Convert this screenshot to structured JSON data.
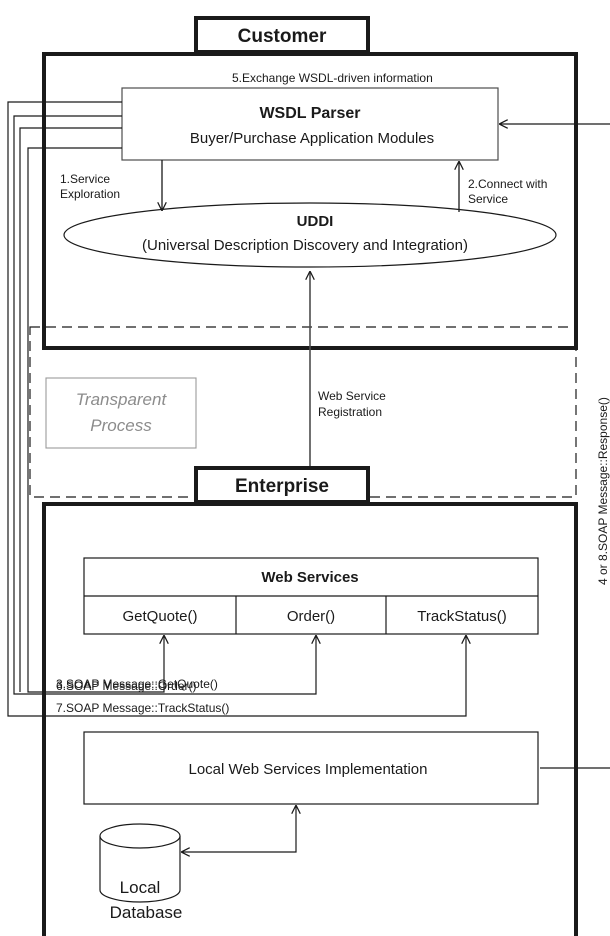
{
  "customer": {
    "title": "Customer",
    "wsdl_parser": {
      "title": "WSDL Parser",
      "subtitle": "Buyer/Purchase Application Modules"
    },
    "uddi": {
      "title": "UDDI",
      "subtitle": "(Universal Description Discovery and Integration)"
    },
    "exchange_label": "5.Exchange WSDL-driven information",
    "service_exploration": [
      "1.Service",
      "Exploration"
    ],
    "connect_with_service": [
      "2.Connect with",
      "Service"
    ]
  },
  "transparent_process": [
    "Transparent",
    "Process"
  ],
  "registration_label": [
    "Web Service",
    "Registration"
  ],
  "response_label": "4 or 8.SOAP Message::Response()",
  "enterprise": {
    "title": "Enterprise",
    "web_services": {
      "title": "Web Services",
      "methods": [
        "GetQuote()",
        "Order()",
        "TrackStatus()"
      ]
    },
    "messages": [
      "3.SOAP Message::GetQuote()",
      "6.SOAP Message::Order()",
      "7.SOAP Message::TrackStatus()"
    ],
    "local_impl": "Local Web Services Implementation",
    "local_db": [
      "Local",
      "Database"
    ]
  },
  "colors": {
    "ink": "#1a1a1a",
    "muted": "#8c8c8c",
    "background": "#ffffff"
  }
}
